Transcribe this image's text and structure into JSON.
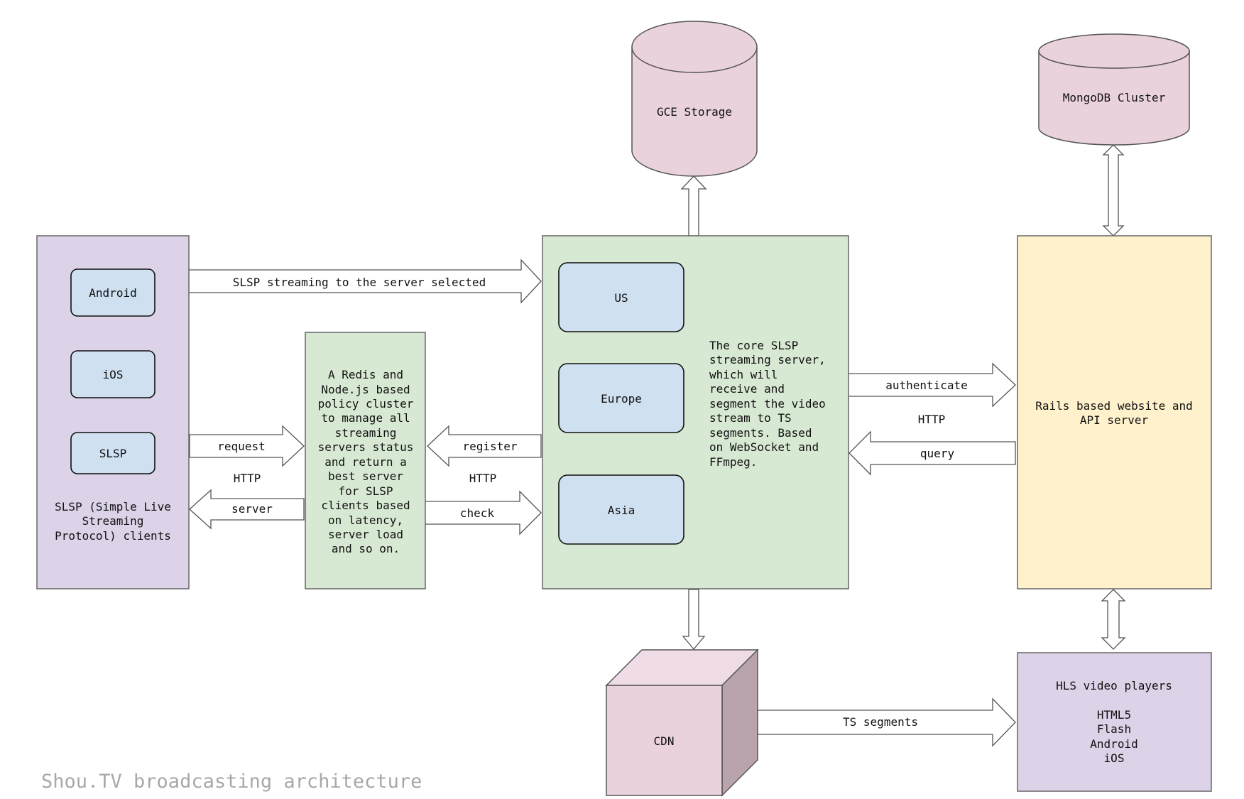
{
  "title": "Shou.TV broadcasting architecture",
  "colors": {
    "purple": "#dcd3e8",
    "green": "#d8e9d3",
    "yellow": "#fef1cb",
    "pink": "#ead2dd",
    "pink_dark": "#b9a4ae",
    "pink_light": "#f0dce6",
    "blue": "#cfe0f1"
  },
  "clients": {
    "items": [
      "Android",
      "iOS",
      "SLSP"
    ],
    "label": [
      "SLSP (Simple Live",
      "Streaming",
      "Protocol) clients"
    ]
  },
  "policy": {
    "text": [
      "A Redis and",
      "Node.js based",
      "policy cluster",
      "to manage all",
      "streaming",
      "servers status",
      "and return a",
      "best server",
      "for SLSP",
      "clients based",
      "on latency,",
      "server load",
      "and so on."
    ]
  },
  "core": {
    "regions": [
      "US",
      "Europe",
      "Asia"
    ],
    "text": [
      "The core SLSP",
      "streaming server,",
      "which will",
      "receive and",
      "segment the video",
      "stream to TS",
      "segments. Based",
      "on WebSocket and",
      "FFmpeg."
    ]
  },
  "rails": {
    "text": [
      "Rails based website and",
      "API server"
    ]
  },
  "gce": {
    "label": "GCE Storage"
  },
  "mongo": {
    "label": "MongoDB Cluster"
  },
  "cdn": {
    "label": "CDN"
  },
  "hls": {
    "text": [
      "HLS video players",
      "",
      "HTML5",
      "Flash",
      "Android",
      "iOS"
    ]
  },
  "edges": {
    "slsp_streaming": "SLSP streaming to the server selected",
    "request": "request",
    "http_left": "HTTP",
    "server": "server",
    "register": "register",
    "http_mid": "HTTP",
    "check": "check",
    "authenticate": "authenticate",
    "http_right": "HTTP",
    "query": "query",
    "ts_segments": "TS segments"
  }
}
